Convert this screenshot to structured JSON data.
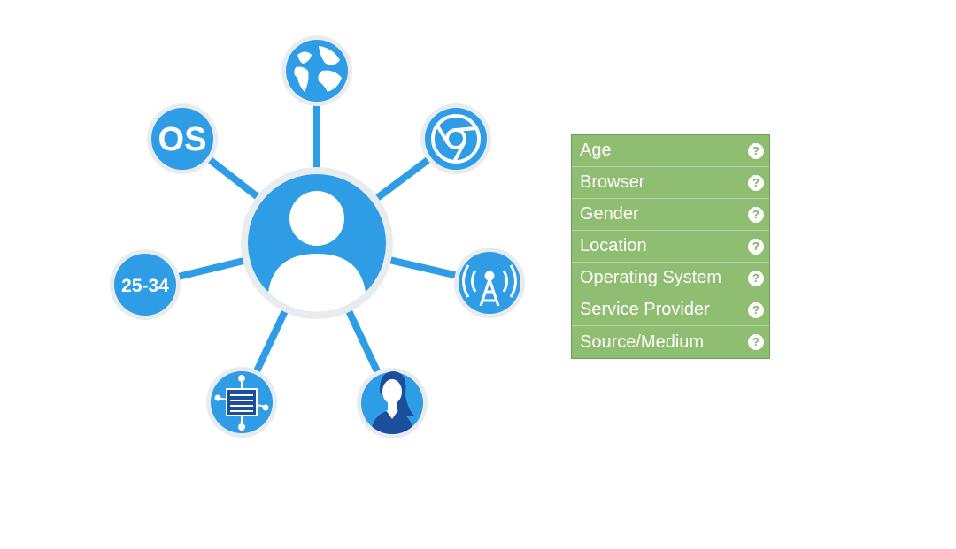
{
  "colors": {
    "node_blue": "#2e9de6",
    "node_ring": "#e9ecef",
    "spoke_blue": "#2e9de6",
    "icon_dark_blue": "#1b4f9c",
    "panel_green": "#8fbd72",
    "panel_text": "#ffffff"
  },
  "hub": {
    "icon": "user-profile-icon"
  },
  "nodes": {
    "globe": {
      "icon": "globe-icon"
    },
    "os": {
      "text": "OS",
      "icon": "os-icon"
    },
    "browser": {
      "icon": "chrome-browser-icon"
    },
    "age": {
      "text": "25-34",
      "icon": "age-icon"
    },
    "signal": {
      "icon": "radio-tower-icon"
    },
    "device": {
      "icon": "circuit-chip-icon"
    },
    "gender": {
      "icon": "woman-icon"
    }
  },
  "panel": {
    "rows": [
      {
        "label": "Age",
        "help": "?"
      },
      {
        "label": "Browser",
        "help": "?"
      },
      {
        "label": "Gender",
        "help": "?"
      },
      {
        "label": "Location",
        "help": "?"
      },
      {
        "label": "Operating System",
        "help": "?"
      },
      {
        "label": "Service Provider",
        "help": "?"
      },
      {
        "label": "Source/Medium",
        "help": "?"
      }
    ]
  }
}
